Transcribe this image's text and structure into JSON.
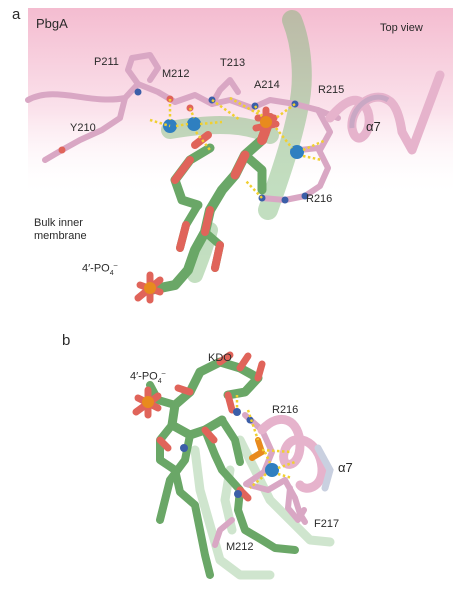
{
  "panels": [
    {
      "letter": "a",
      "protein": "PbgA",
      "view": "Top view",
      "residues": [
        "P211",
        "M212",
        "T213",
        "A214",
        "R215",
        "Y210",
        "R216"
      ],
      "helix": "α7",
      "region": [
        "Bulk inner",
        "membrane"
      ],
      "phosphate": {
        "base": "4′-PO",
        "sub": "4",
        "sup": "–"
      }
    },
    {
      "letter": "b",
      "sugar": "KDO",
      "phosphate": {
        "base": "4′-PO",
        "sub": "4",
        "sup": "–"
      },
      "residues": [
        "R216",
        "F217",
        "M212"
      ],
      "helix": "α7"
    }
  ],
  "colors": {
    "backdrop_pink": "#f7c6d6",
    "protein_pink": "#d9a7c4",
    "lipid_green": "#6aa767",
    "oxygen_red": "#e0645a",
    "nitrogen_blue": "#3b5ea8",
    "phosphorus_orange": "#e88a1e",
    "water_blue": "#2f7fc0",
    "hbond_yellow": "#f0d030"
  }
}
